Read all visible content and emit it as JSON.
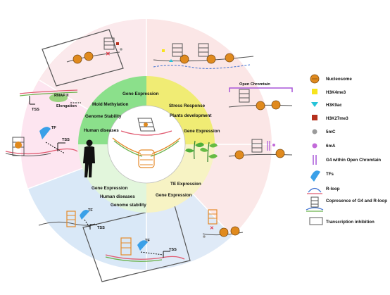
{
  "colors": {
    "outer_pink": "#fbe6e6",
    "outer_lightpink": "#fde7ef",
    "outer_blue": "#d9e8f7",
    "outer_blue_lower": "#e6f0fa",
    "inner_green": "#8be08b",
    "inner_yellow": "#f3f08a",
    "inner_lightyellow": "#f7f3c4",
    "inner_lightgreen": "#e2f6dc",
    "nucleosome": "#e08a1e",
    "h3k4me3": "#f7e41e",
    "h3k9ac": "#27c3d8",
    "h3k27me3": "#b5301d",
    "m5c": "#9a9a9a",
    "m6a": "#c26ad9",
    "open_chromatin": "#a855d8",
    "tf": "#3aa0e8",
    "rloop": "#3b6fd1"
  },
  "quadrants": {
    "top_green": [
      "Gene Expression",
      "Mold Methylation",
      "Genome Stability",
      "Human diseases"
    ],
    "top_yellow": [
      "Stress Response",
      "Plants development",
      "Gene Expression"
    ],
    "bottom_left": [
      "Gene Expression",
      "Human diseases",
      "Genome stability"
    ],
    "bottom_right": [
      "TE Expression",
      "Gene Expression"
    ]
  },
  "annotations": {
    "open_chromatin": "Open Chromtain",
    "tss_upper_left": "TSS",
    "rnap": "RNAP II",
    "elongation": "Elongation",
    "tf_left": "TF",
    "tss_left": "TSS",
    "tf_bottom_left": "TF",
    "tss_bottom_left": "TSS",
    "tf_bottom": "TF",
    "tss_bottom": "TSS"
  },
  "legend": [
    {
      "icon": "nucleosome-icon",
      "label": "Nucleosome"
    },
    {
      "icon": "h3k4me3-icon",
      "label": "H3K4me3"
    },
    {
      "icon": "h3k9ac-icon",
      "label": "H3K9ac"
    },
    {
      "icon": "h3k27me3-icon",
      "label": "H3K27me3"
    },
    {
      "icon": "m5c-icon",
      "label": "5mC"
    },
    {
      "icon": "m6a-icon",
      "label": "6mA"
    },
    {
      "icon": "open-chromatin-icon",
      "label": "G4 within Open Chromtain"
    },
    {
      "icon": "tf-icon",
      "label": "TFs"
    },
    {
      "icon": "rloop-icon",
      "label": "R-loop"
    },
    {
      "icon": "copresence-icon",
      "label": "Copresence of G4 and R-loop"
    },
    {
      "icon": "inhibition-box-icon",
      "label": "Transcription inhibition"
    }
  ]
}
